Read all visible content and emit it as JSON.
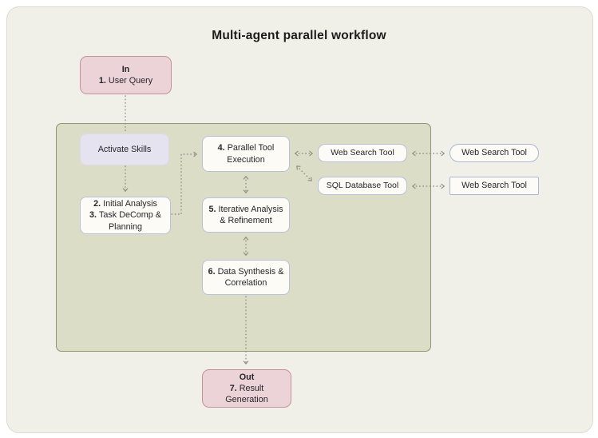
{
  "title": "Multi-agent parallel workflow",
  "nodes": {
    "in": {
      "heading": "In",
      "num": "1.",
      "text": "User Query"
    },
    "activate_skills": {
      "label": "Activate Skills"
    },
    "analysis": {
      "num1": "2.",
      "text1": "Initial Analysis",
      "num2": "3.",
      "text2": "Task DeComp & Planning"
    },
    "parallel_exec": {
      "num": "4.",
      "text": "Parallel Tool Execution"
    },
    "iterative": {
      "num": "5.",
      "text": "Iterative Analysis & Refinement"
    },
    "synthesis": {
      "num": "6.",
      "text": "Data Synthesis & Correlation"
    },
    "web_search_inner": {
      "label": "Web Search Tool"
    },
    "sql_database": {
      "label": "SQL Database Tool"
    },
    "web_search_pill": {
      "label": "Web Search Tool"
    },
    "web_search_rect": {
      "label": "Web Search Tool"
    },
    "out": {
      "heading": "Out",
      "num": "7.",
      "text": "Result Generation"
    }
  },
  "colors": {
    "page_bg": "#f0efe8",
    "container_bg": "#dbddc6",
    "container_border": "#8d9770",
    "pink_bg": "#ecd3d7",
    "pink_border": "#c4929b",
    "lavender_bg": "#e5e3ef",
    "white_box_bg": "#fcfbf6",
    "white_box_border": "#b7c2da",
    "connector": "#90908a",
    "text": "#26262a"
  }
}
